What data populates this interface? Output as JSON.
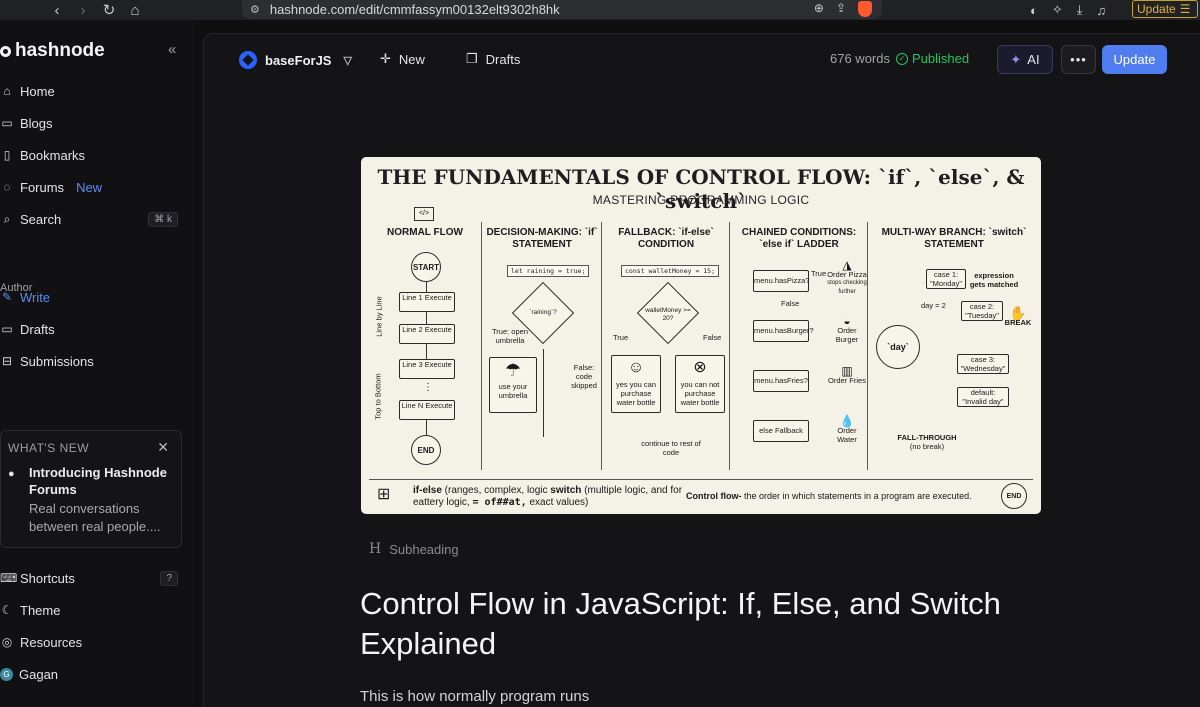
{
  "browser": {
    "url": "hashnode.com/edit/cmmfassym00132elt9302h8hk",
    "update_label": "Update"
  },
  "sidebar": {
    "brand": "hashnode",
    "items": [
      {
        "label": "Home",
        "icon": "home-icon"
      },
      {
        "label": "Blogs",
        "icon": "folder-icon"
      },
      {
        "label": "Bookmarks",
        "icon": "bookmark-icon"
      },
      {
        "label": "Forums",
        "icon": "forum-icon",
        "badge": "New"
      },
      {
        "label": "Search",
        "icon": "search-icon",
        "shortcut": "⌘ k"
      }
    ],
    "section_author": "Author",
    "author_items": [
      {
        "label": "Write",
        "icon": "pen-icon",
        "active": true
      },
      {
        "label": "Drafts",
        "icon": "drafts-icon"
      },
      {
        "label": "Submissions",
        "icon": "submissions-icon"
      }
    ],
    "whats_new": {
      "title": "WHAT'S NEW",
      "headline": "Introducing Hashnode Forums",
      "body": "Real conversations between real people...."
    },
    "bottom_items": [
      {
        "label": "Shortcuts",
        "icon": "keyboard-icon",
        "shortcut": "?"
      },
      {
        "label": "Theme",
        "icon": "moon-icon"
      },
      {
        "label": "Resources",
        "icon": "resources-icon"
      },
      {
        "label": "Gagan",
        "icon": "avatar",
        "avatar_letter": "G"
      }
    ]
  },
  "editor": {
    "blog_name": "baseForJS",
    "new_label": "New",
    "drafts_label": "Drafts",
    "word_count": "676 words",
    "status": "Published",
    "ai_label": "AI",
    "more_label": "•••",
    "update_label": "Update",
    "colors": {
      "accent": "#4f7df0",
      "published": "#22c55e"
    }
  },
  "cover": {
    "title": "THE FUNDAMENTALS OF CONTROL FLOW: `if`, `else`, & `switch`",
    "subtitle": "MASTERING PROGRAMMING LOGIC",
    "columns": {
      "normal": {
        "heading": "NORMAL FLOW",
        "start": "START",
        "end": "END",
        "steps": [
          "Line 1 Execute",
          "Line 2 Execute",
          "Line 3 Execute",
          "Line N Execute"
        ],
        "side_top": "Line by Line",
        "side_bottom": "Top to Bottom"
      },
      "ifcol": {
        "heading": "DECISION-MAKING: `if` STATEMENT",
        "code": "let raining = true;",
        "condition": "`raining`?",
        "true_label": "True: open umbrella",
        "false_label": "False: code skipped",
        "result": "use your umbrella"
      },
      "elsecol": {
        "heading": "FALLBACK: `if-else` CONDITION",
        "code": "const walletMoney = 15;",
        "condition": "walletMoney >= 20?",
        "true_label": "True",
        "false_label": "False",
        "yes_result": "yes you can purchase water bottle",
        "no_result": "you can not purchase water bottle",
        "continue": "continue to rest of code"
      },
      "ladder": {
        "heading": "CHAINED CONDITIONS: `else if` LADDER",
        "conditions": [
          "menu.hasPizza?",
          "menu.hasBurger?",
          "menu.hasFries?",
          "else Fallback"
        ],
        "results": [
          "Order Pizza",
          "Order Burger",
          "Order Fries",
          "Order Water"
        ],
        "pizza_note": "stops checking further",
        "true_label": "True",
        "false_label": "False"
      },
      "switchcol": {
        "heading": "MULTI-WAY BRANCH: `switch` STATEMENT",
        "subject": "`day`",
        "cases": [
          "case 1: \"Monday\"",
          "case 2: \"Tuesday\"",
          "case 3: \"Wednesday\"",
          "default: \"Invalid day\""
        ],
        "day_value": "day = 2",
        "matched": "expression gets matched",
        "break": "BREAK",
        "fallthrough": "FALL-THROUGH",
        "fallthrough_note": "(no break)"
      }
    },
    "footer_left_bold1": "if-else",
    "footer_left_1": " (ranges, complex, logic ",
    "footer_left_bold2": "switch",
    "footer_left_2": " (multiple logic, and for eattery logic, ",
    "footer_left_code": "= of##at,",
    "footer_left_3": " exact values)",
    "footer_right_bold": "Control flow-",
    "footer_right": " the order in which statements in a program are executed.",
    "footer_end": "END"
  },
  "content": {
    "subheading_label": "Subheading",
    "title": "Control Flow in JavaScript: If, Else, and Switch Explained",
    "first_paragraph": "This is how normally program runs"
  }
}
